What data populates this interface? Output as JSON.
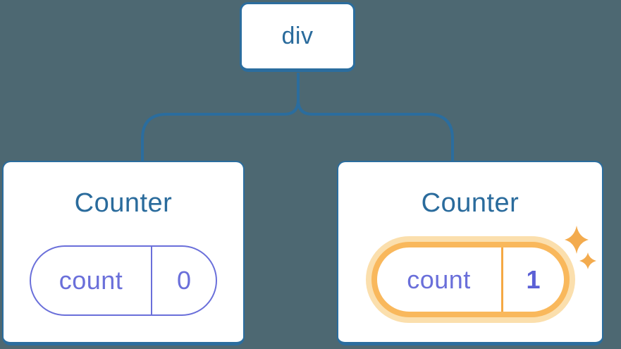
{
  "diagram": {
    "description": "React component tree showing state isolation: a div parent with two Counter children",
    "root": {
      "label": "div"
    },
    "children": [
      {
        "title": "Counter",
        "state": {
          "key": "count",
          "value": "0"
        },
        "highlighted": false
      },
      {
        "title": "Counter",
        "state": {
          "key": "count",
          "value": "1"
        },
        "highlighted": true
      }
    ]
  },
  "colors": {
    "background": "#4d6872",
    "node_border_blue": "#2b6d9e",
    "text_blue": "#2a6b9c",
    "state_purple": "#6a6fda",
    "state_purple_bold": "#5b60d6",
    "highlight_orange": "#f9b85c",
    "highlight_halo": "#fbdfad",
    "highlight_divider": "#f5a843",
    "sparkle_orange": "#f3ab4e",
    "card_background": "#ffffff"
  }
}
